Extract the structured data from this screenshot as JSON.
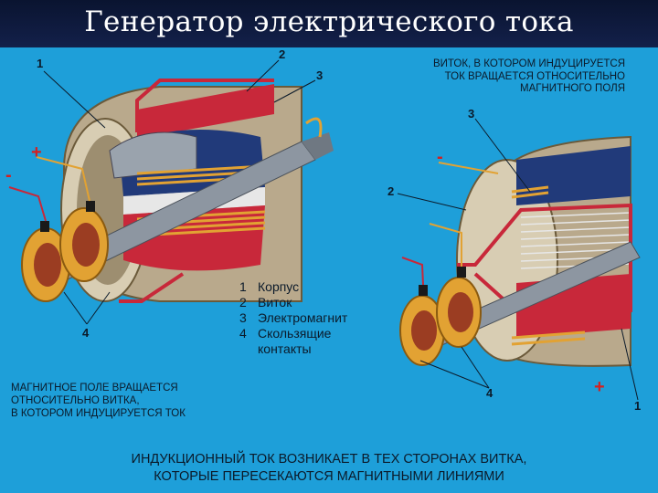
{
  "title": "Генератор электрического тока",
  "caption_top": [
    "Виток, в котором индуцируется",
    "ток вращается относительно",
    "магнитного поля"
  ],
  "caption_left": [
    "Магнитное поле вращается",
    "относительно витка,",
    "в котором индуцируется ток"
  ],
  "legend": [
    {
      "num": "1",
      "text": "Корпус"
    },
    {
      "num": "2",
      "text": "Виток"
    },
    {
      "num": "3",
      "text": "Электромагнит"
    },
    {
      "num": "4",
      "text": "Скользящие",
      "text2": "контакты"
    }
  ],
  "bottom_text": [
    "Индукционный ток возникает в тех сторонах витка,",
    "которые пересекаются магнитными линиями"
  ],
  "labels": {
    "left_1": "1",
    "left_2": "2",
    "left_3": "3",
    "left_4": "4",
    "right_3": "3",
    "right_2": "2",
    "right_4": "4",
    "right_1": "1"
  },
  "signs": {
    "plus": "+",
    "minus": "-"
  },
  "colors": {
    "background": "#1e9fd9",
    "title_bar": "#0a1430",
    "copper": "#e2a233",
    "red_pole": "#c8283a",
    "blue_pole": "#213a7a"
  }
}
